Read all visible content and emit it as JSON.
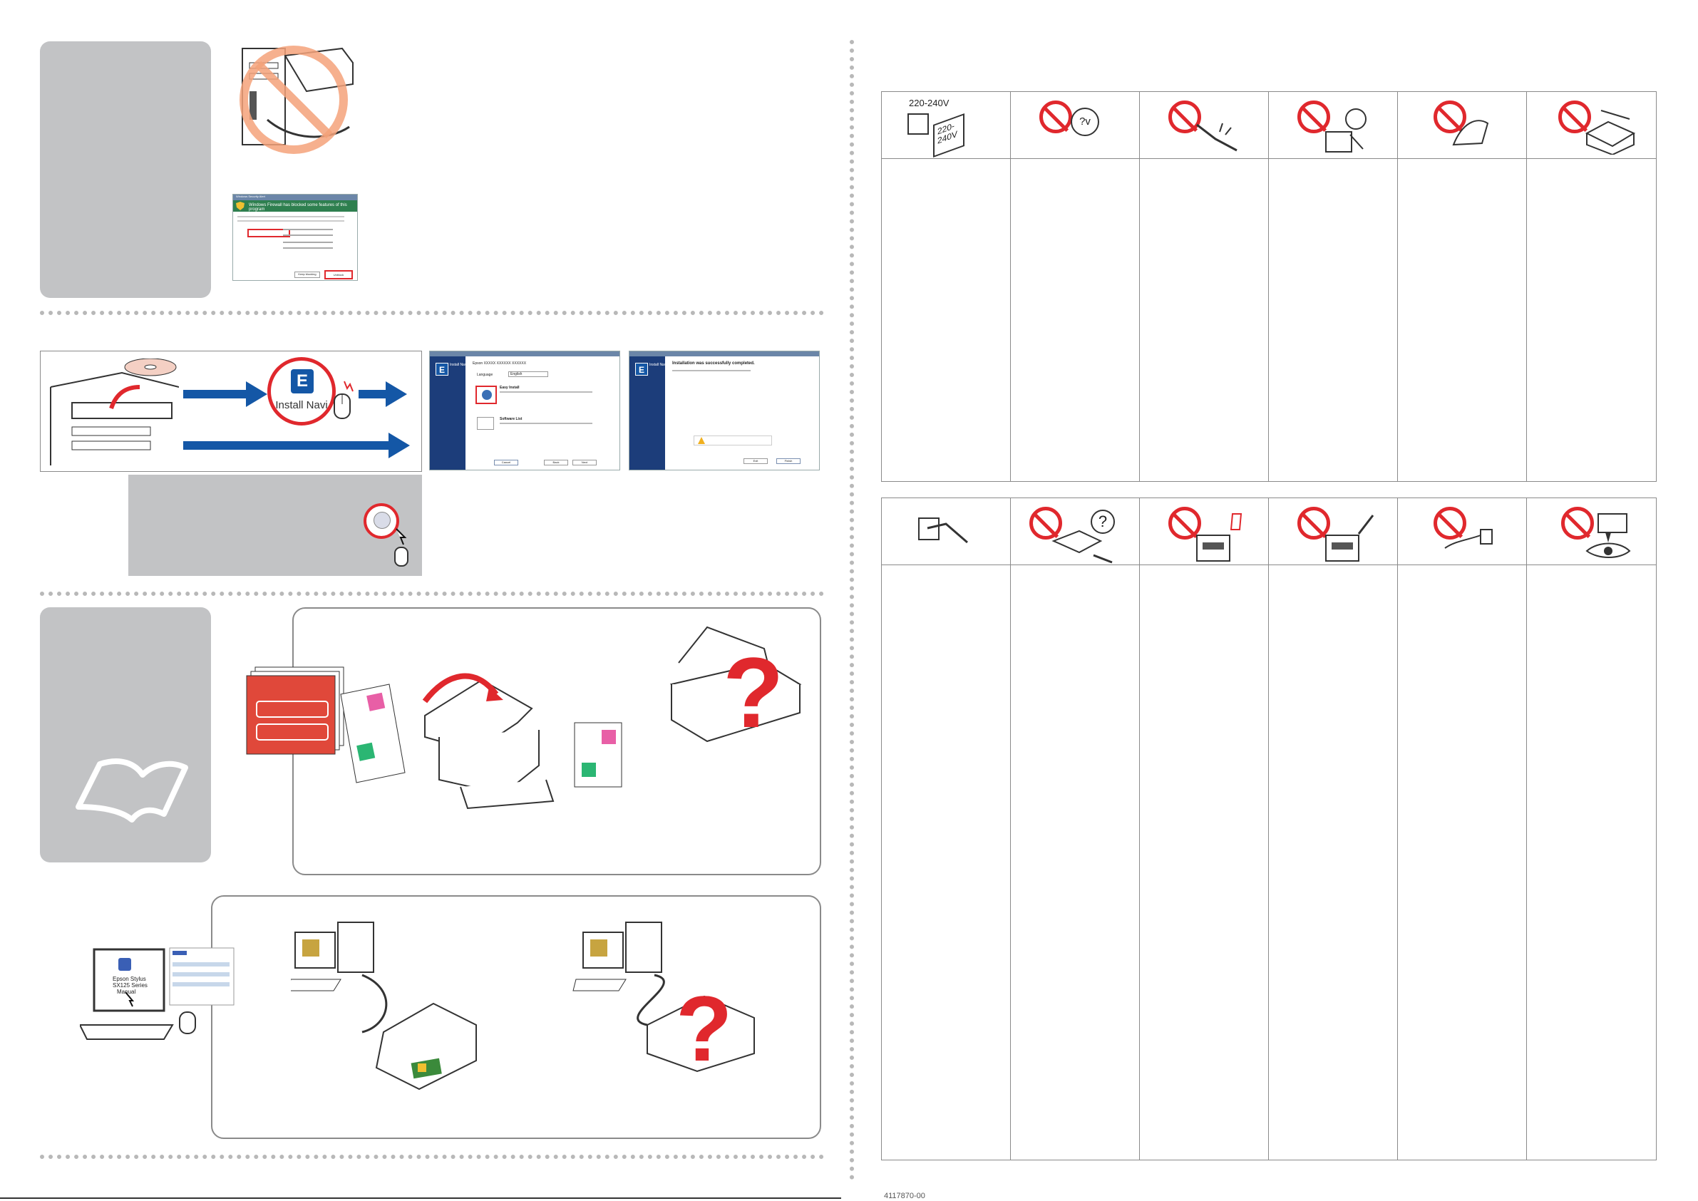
{
  "page": {
    "background": "#ffffff"
  },
  "colors": {
    "accent_blue": "#1457a6",
    "prohibit_red": "#e0282d",
    "tab_grey": "#c2c3c5",
    "border_grey": "#8a8a8a",
    "booklet_red": "#e0483a",
    "swatch_pink": "#e85fa6",
    "swatch_green": "#2bb673"
  },
  "left": {
    "firewall_dialog": {
      "title": "Windows Security Alert",
      "headline": "Windows Firewall has blocked some features of this program",
      "buttons": [
        "Keep blocking",
        "Unblock"
      ]
    },
    "install_panel": {
      "logo_icon": "install-navi-e-icon",
      "logo_label": "Install Navi"
    },
    "installer_win1": {
      "side_title": "Install Navi",
      "model": "Epson XXXXX XXXXXX XXXXXX",
      "language_label": "Language",
      "language_value": "English",
      "easy_install": "Easy Install",
      "software_list": "Software List",
      "buttons": [
        "Cancel",
        "Back",
        "Next"
      ]
    },
    "installer_win2": {
      "side_title": "Install Navi",
      "headline": "Installation was successfully completed.",
      "buttons": [
        "Exit",
        "Finish"
      ]
    },
    "manual_icon": {
      "label_lines": [
        "Epson Stylus",
        "SX125 Series",
        "Manual"
      ]
    }
  },
  "right": {
    "voltage_label": "220-240V",
    "voltage_label_short_1": "220-",
    "voltage_label_short_2": "240V",
    "question_v": "?v",
    "icons_top": [
      "voltage-rating-icon",
      "no-other-voltage-icon",
      "no-damaged-cord-icon",
      "no-children-icon",
      "no-wet-hands-icon",
      "no-cover-open-icon"
    ],
    "icons_bottom": [
      "unplug-icon",
      "no-unknown-power-icon",
      "no-liquid-icon",
      "no-disassemble-icon",
      "no-hands-inside-icon",
      "no-eye-contact-icon"
    ]
  },
  "footer": {
    "page_code": "4117870-00"
  }
}
